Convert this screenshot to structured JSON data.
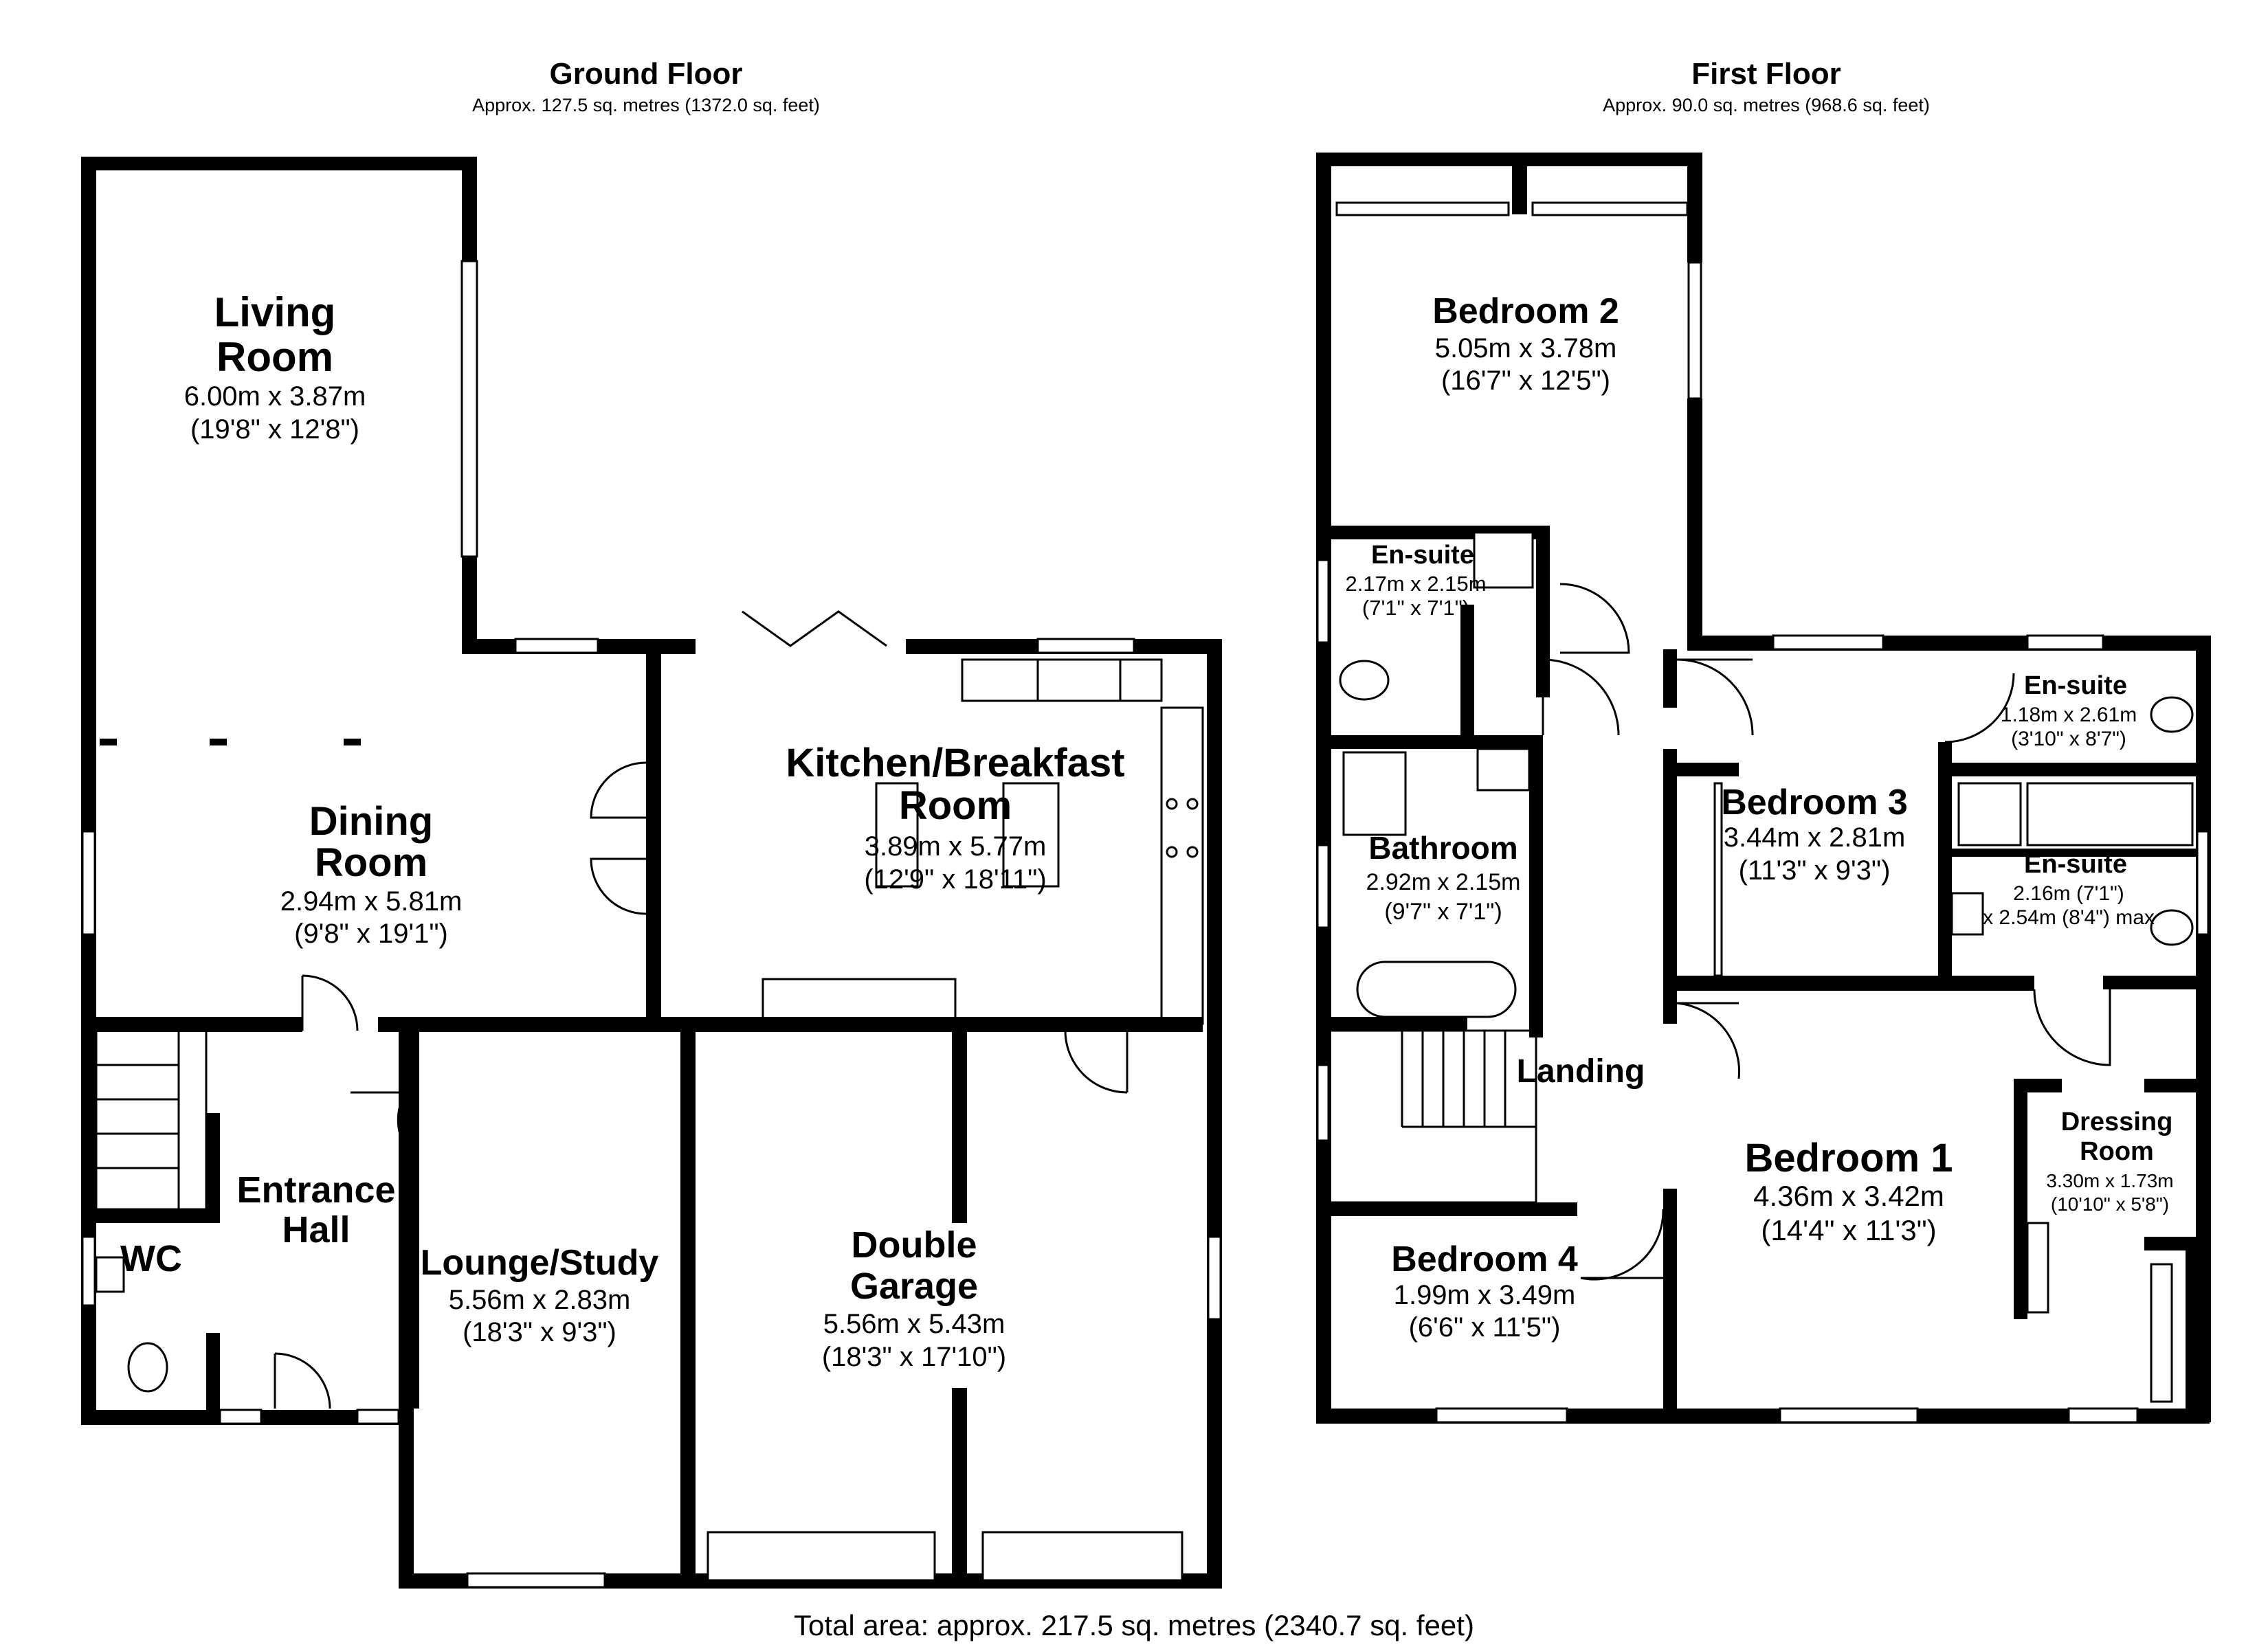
{
  "ground_floor": {
    "title": "Ground Floor",
    "area": "Approx. 127.5 sq. metres (1372.0 sq. feet)",
    "rooms": [
      {
        "name": "Living Room",
        "lines": [
          "Living",
          "Room"
        ],
        "metric": "6.00m x 3.87m",
        "imperial": "(19'8\" x 12'8\")"
      },
      {
        "name": "Dining Room",
        "lines": [
          "Dining",
          "Room"
        ],
        "metric": "2.94m x 5.81m",
        "imperial": "(9'8\" x 19'1\")"
      },
      {
        "name": "Kitchen/Breakfast Room",
        "lines": [
          "Kitchen/Breakfast",
          "Room"
        ],
        "metric": "3.89m x 5.77m",
        "imperial": "(12'9\" x 18'11\")"
      },
      {
        "name": "Entrance Hall",
        "lines": [
          "Entrance",
          "Hall"
        ],
        "metric": "",
        "imperial": ""
      },
      {
        "name": "WC",
        "lines": [
          "WC"
        ],
        "metric": "",
        "imperial": ""
      },
      {
        "name": "Lounge/Study",
        "lines": [
          "Lounge/Study"
        ],
        "metric": "5.56m x 2.83m",
        "imperial": "(18'3\" x 9'3\")"
      },
      {
        "name": "Double Garage",
        "lines": [
          "Double",
          "Garage"
        ],
        "metric": "5.56m x 5.43m",
        "imperial": "(18'3\" x 17'10\")"
      }
    ]
  },
  "first_floor": {
    "title": "First Floor",
    "area": "Approx. 90.0 sq. metres (968.6 sq. feet)",
    "rooms": [
      {
        "name": "Bedroom 2",
        "metric": "5.05m x 3.78m",
        "imperial": "(16'7\" x 12'5\")"
      },
      {
        "name": "En-suite",
        "metric": "2.17m x 2.15m",
        "imperial": "(7'1\" x 7'1\")"
      },
      {
        "name": "Bathroom",
        "metric": "2.92m x 2.15m",
        "imperial": "(9'7\" x 7'1\")"
      },
      {
        "name": "Landing",
        "metric": "",
        "imperial": ""
      },
      {
        "name": "Bedroom 3",
        "metric": "3.44m x 2.81m",
        "imperial": "(11'3\" x 9'3\")"
      },
      {
        "name": "En-suite",
        "metric": "1.18m x 2.61m",
        "imperial": "(3'10\" x 8'7\")"
      },
      {
        "name": "En-suite",
        "metric": "2.16m (7'1\")",
        "imperial": "x 2.54m (8'4\") max"
      },
      {
        "name": "Bedroom 1",
        "metric": "4.36m x 3.42m",
        "imperial": "(14'4\" x 11'3\")"
      },
      {
        "name": "Dressing Room",
        "lines": [
          "Dressing",
          "Room"
        ],
        "metric": "3.30m x 1.73m",
        "imperial": "(10'10\" x 5'8\")"
      },
      {
        "name": "Bedroom 4",
        "metric": "1.99m x 3.49m",
        "imperial": "(6'6\" x 11'5\")"
      }
    ]
  },
  "total_area": "Total area: approx. 217.5 sq. metres (2340.7 sq. feet)"
}
